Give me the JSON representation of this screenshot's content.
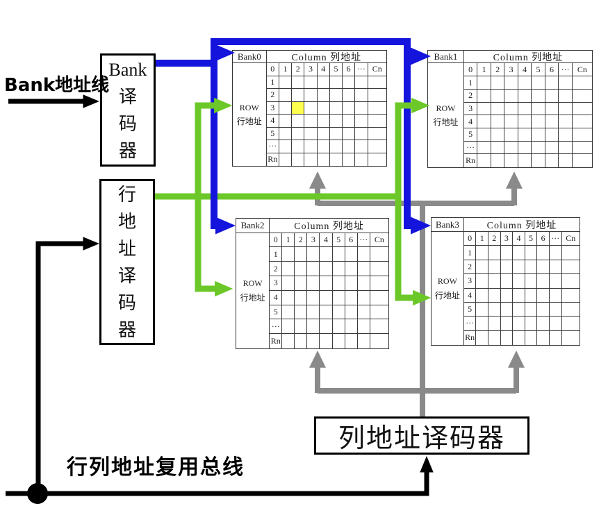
{
  "labels": {
    "bank_address_line": "Bank地址线",
    "mux_bus": "行列地址复用总线"
  },
  "decoders": {
    "bank_decoder": {
      "lines": [
        "Bank",
        "译",
        "码",
        "器"
      ]
    },
    "row_decoder": {
      "lines": [
        "行",
        "地",
        "址",
        "译",
        "码",
        "器"
      ]
    },
    "column_decoder": {
      "label": "列地址译码器"
    }
  },
  "banks": [
    {
      "name": "Bank0",
      "column_header": "Column 列地址",
      "row_header_lines": [
        "ROW",
        "行地址"
      ],
      "columns": [
        "0",
        "1",
        "2",
        "3",
        "4",
        "5",
        "6",
        "···",
        "Cn"
      ],
      "rows": [
        "1",
        "2",
        "3",
        "4",
        "5",
        "···",
        "Rn"
      ],
      "highlighted_cell": {
        "row": "3",
        "column": "2"
      }
    },
    {
      "name": "Bank1",
      "column_header": "Column 列地址",
      "row_header_lines": [
        "ROW",
        "行地址"
      ],
      "columns": [
        "0",
        "1",
        "2",
        "3",
        "4",
        "5",
        "6",
        "···",
        "Cn"
      ],
      "rows": [
        "1",
        "2",
        "3",
        "4",
        "5",
        "···",
        "Rn"
      ],
      "highlighted_cell": null
    },
    {
      "name": "Bank2",
      "column_header": "Column 列地址",
      "row_header_lines": [
        "ROW",
        "行地址"
      ],
      "columns": [
        "0",
        "1",
        "2",
        "3",
        "4",
        "5",
        "6",
        "···",
        "Cn"
      ],
      "rows": [
        "1",
        "2",
        "3",
        "4",
        "5",
        "···",
        "Rn"
      ],
      "highlighted_cell": null
    },
    {
      "name": "Bank3",
      "column_header": "Column 列地址",
      "row_header_lines": [
        "ROW",
        "行地址"
      ],
      "columns": [
        "0",
        "1",
        "2",
        "3",
        "4",
        "5",
        "6",
        "···",
        "Cn"
      ],
      "rows": [
        "1",
        "2",
        "3",
        "4",
        "5",
        "···",
        "Rn"
      ],
      "highlighted_cell": null
    }
  ],
  "colors": {
    "bank_select_line": "#1414dd",
    "row_address_line": "#6cc829",
    "column_address_line": "#8a8a8a",
    "bus_line": "#000000",
    "highlight_cell": "#ffff4d"
  }
}
